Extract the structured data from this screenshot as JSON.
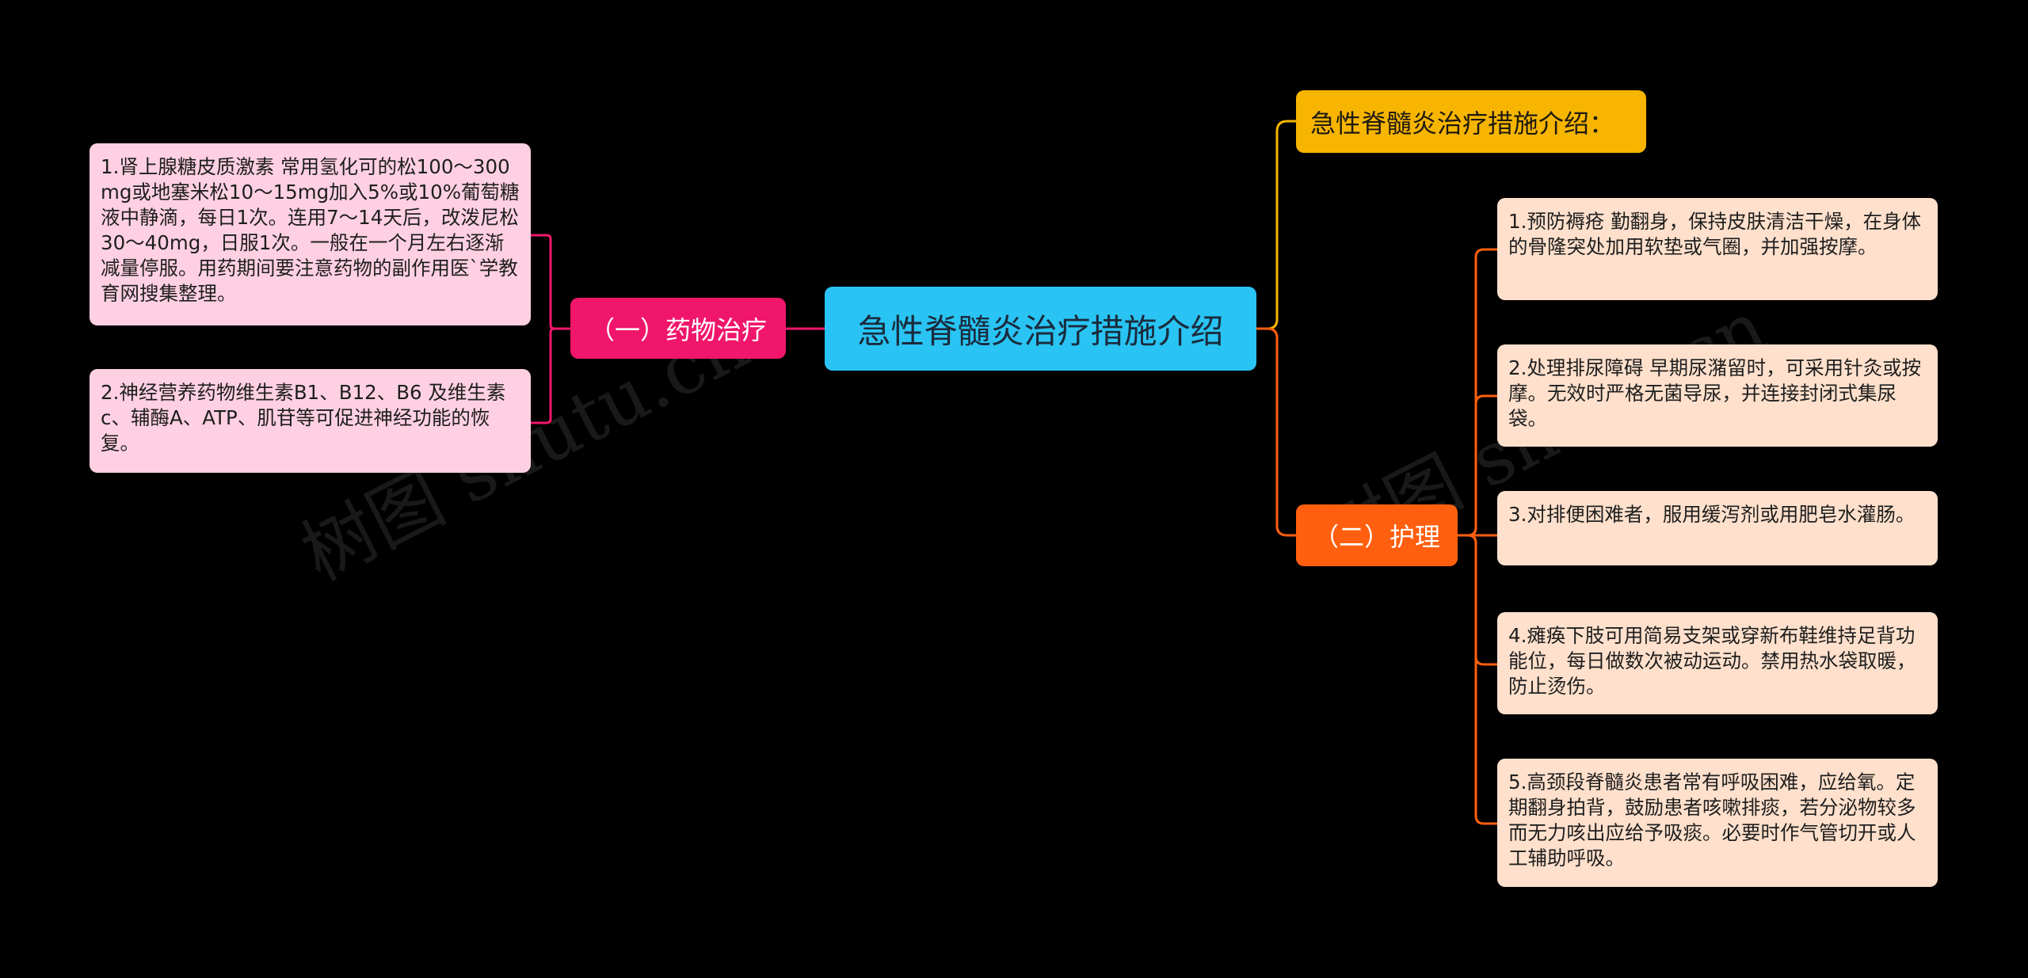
{
  "root": {
    "title": "急性脊髓炎治疗措施介绍",
    "color": "#29c4f3"
  },
  "branches": {
    "drug": {
      "label": "（一）药物治疗",
      "color": "#f0166b",
      "items": [
        "1.肾上腺糖皮质激素 常用氢化可的松100～300mg或地塞米松10～15mg加入5%或10%葡萄糖液中静滴，每日1次。连用7～14天后，改泼尼松30～40mg，日服1次。一般在一个月左右逐渐减量停服。用药期间要注意药物的副作用医`学教育网搜集整理。",
        "2.神经营养药物维生素B1、B12、B6 及维生素c、辅酶A、ATP、肌苷等可促进神经功能的恢复。"
      ]
    },
    "intro": {
      "label": "急性脊髓炎治疗措施介绍：",
      "color": "#f7b500"
    },
    "care": {
      "label": "（二）护理",
      "color": "#ff5f0e",
      "items": [
        "1.预防褥疮 勤翻身，保持皮肤清洁干燥，在身体的骨隆突处加用软垫或气圈，并加强按摩。",
        "2.处理排尿障碍 早期尿潴留时，可采用针灸或按摩。无效时严格无菌导尿，并连接封闭式集尿袋。",
        "3.对排便困难者，服用缓泻剂或用肥皂水灌肠。",
        "4.瘫痪下肢可用简易支架或穿新布鞋维持足背功能位，每日做数次被动运动。禁用热水袋取暖，防止烫伤。",
        "5.高颈段脊髓炎患者常有呼吸困难，应给氧。定期翻身拍背，鼓励患者咳嗽排痰，若分泌物较多而无力咳出应给予吸痰。必要时作气管切开或人工辅助呼吸。"
      ]
    }
  },
  "watermark": "树图 shutu.cn"
}
